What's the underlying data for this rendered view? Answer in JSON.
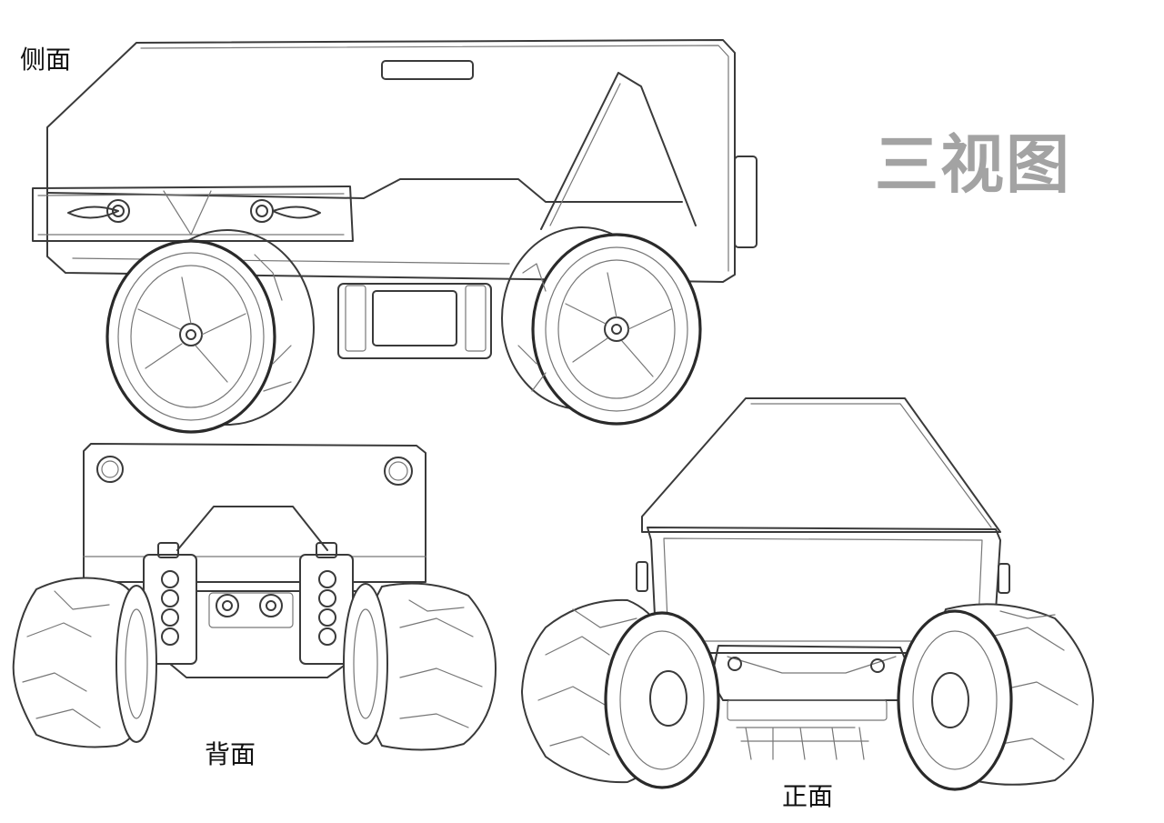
{
  "sheet": {
    "title": "三视图",
    "views": {
      "side": "侧面",
      "back": "背面",
      "front": "正面"
    }
  },
  "colors": {
    "line": "#3a3a3a",
    "title_gray": "#a3a3a3",
    "label": "#111111",
    "background": "#ffffff"
  }
}
